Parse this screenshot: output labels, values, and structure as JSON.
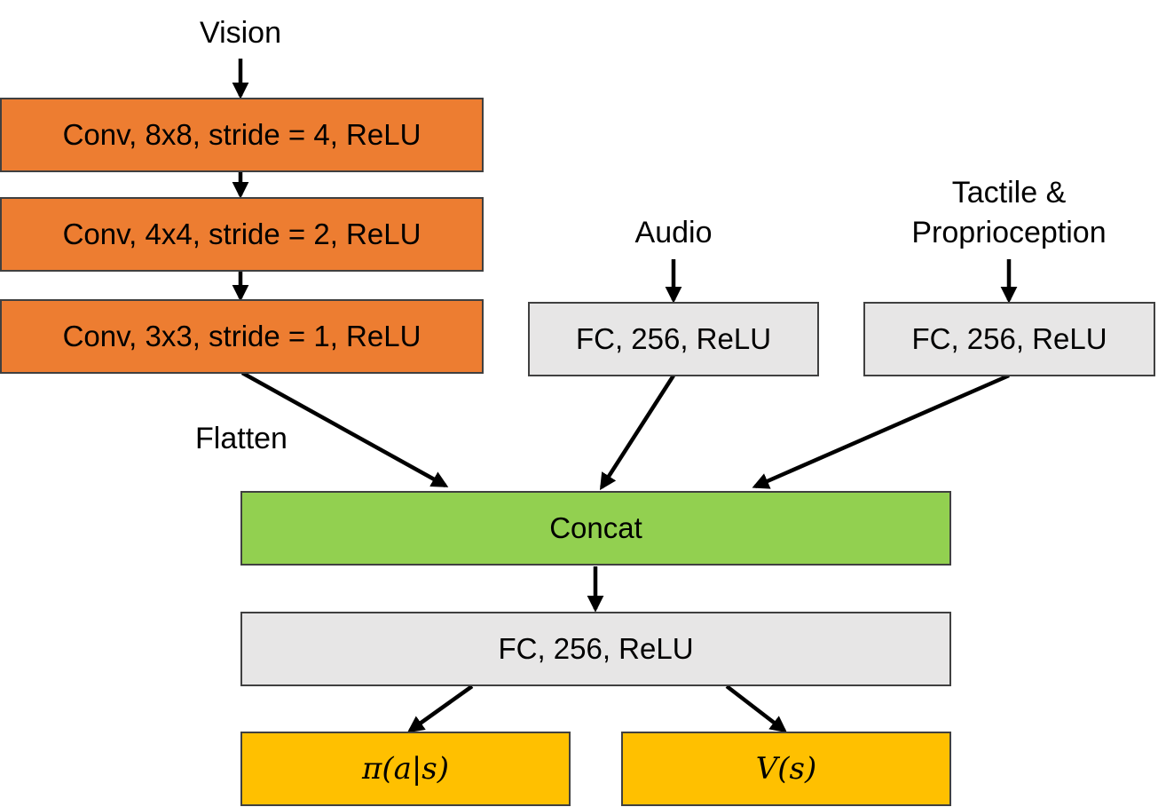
{
  "inputs": {
    "vision": "Vision",
    "audio": "Audio",
    "tactile_line1": "Tactile &",
    "tactile_line2": "Proprioception"
  },
  "vision_branch": {
    "conv1": "Conv, 8x8, stride = 4, ReLU",
    "conv2": "Conv, 4x4, stride = 2, ReLU",
    "conv3": "Conv, 3x3, stride = 1, ReLU",
    "flatten": "Flatten"
  },
  "audio_branch": {
    "fc": "FC, 256, ReLU"
  },
  "tactile_branch": {
    "fc": "FC, 256, ReLU"
  },
  "merge": {
    "concat": "Concat",
    "fc": "FC, 256, ReLU"
  },
  "outputs": {
    "policy": "π(a|s)",
    "value": "V(s)"
  },
  "colors": {
    "conv": "#ED7D31",
    "fc": "#E7E6E6",
    "concat": "#92D050",
    "output": "#FFC000",
    "border": "#404040",
    "arrow": "#000000"
  }
}
